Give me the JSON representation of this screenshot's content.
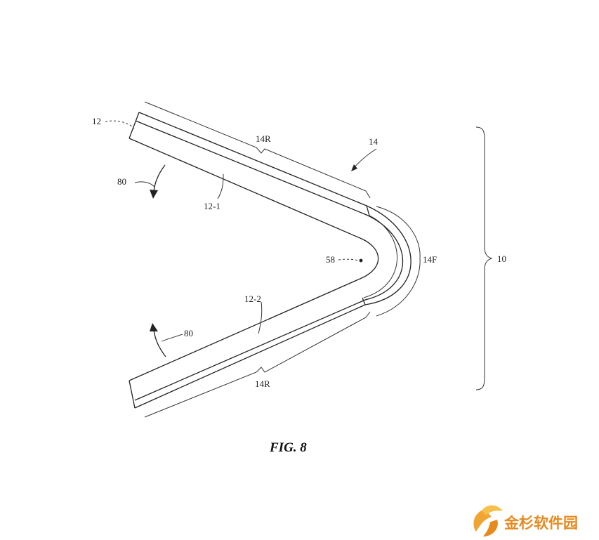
{
  "figure": {
    "caption": "FIG. 8",
    "labels": {
      "device": "10",
      "display": "12",
      "display_portion_1": "12-1",
      "display_portion_2": "12-2",
      "housing": "14",
      "rigid_portion_top": "14R",
      "rigid_portion_bottom": "14R",
      "flexible_portion": "14F",
      "bend_axis": "58",
      "rotation_top": "80",
      "rotation_bottom": "80"
    }
  },
  "watermark": {
    "text": "金杉软件园",
    "color": "#e58a1f"
  }
}
